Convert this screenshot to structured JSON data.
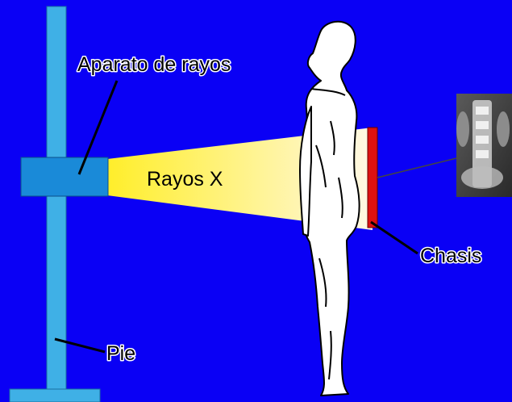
{
  "labels": {
    "apparatus": "Aparato de rayos",
    "beam": "Rayos X",
    "cassette": "Chasis",
    "stand": "Pie"
  },
  "colors": {
    "background": "#0a00f5",
    "stand": "#3fb0e6",
    "apparatus": "#1a8ad8",
    "beam_start": "#ffee2a",
    "beam_end": "#fff8e6",
    "cassette": "#dd1111",
    "body": "#ffffff"
  },
  "icons": {
    "figure": "standing-person-silhouette",
    "radiograph": "xray-image-thumbnail"
  }
}
